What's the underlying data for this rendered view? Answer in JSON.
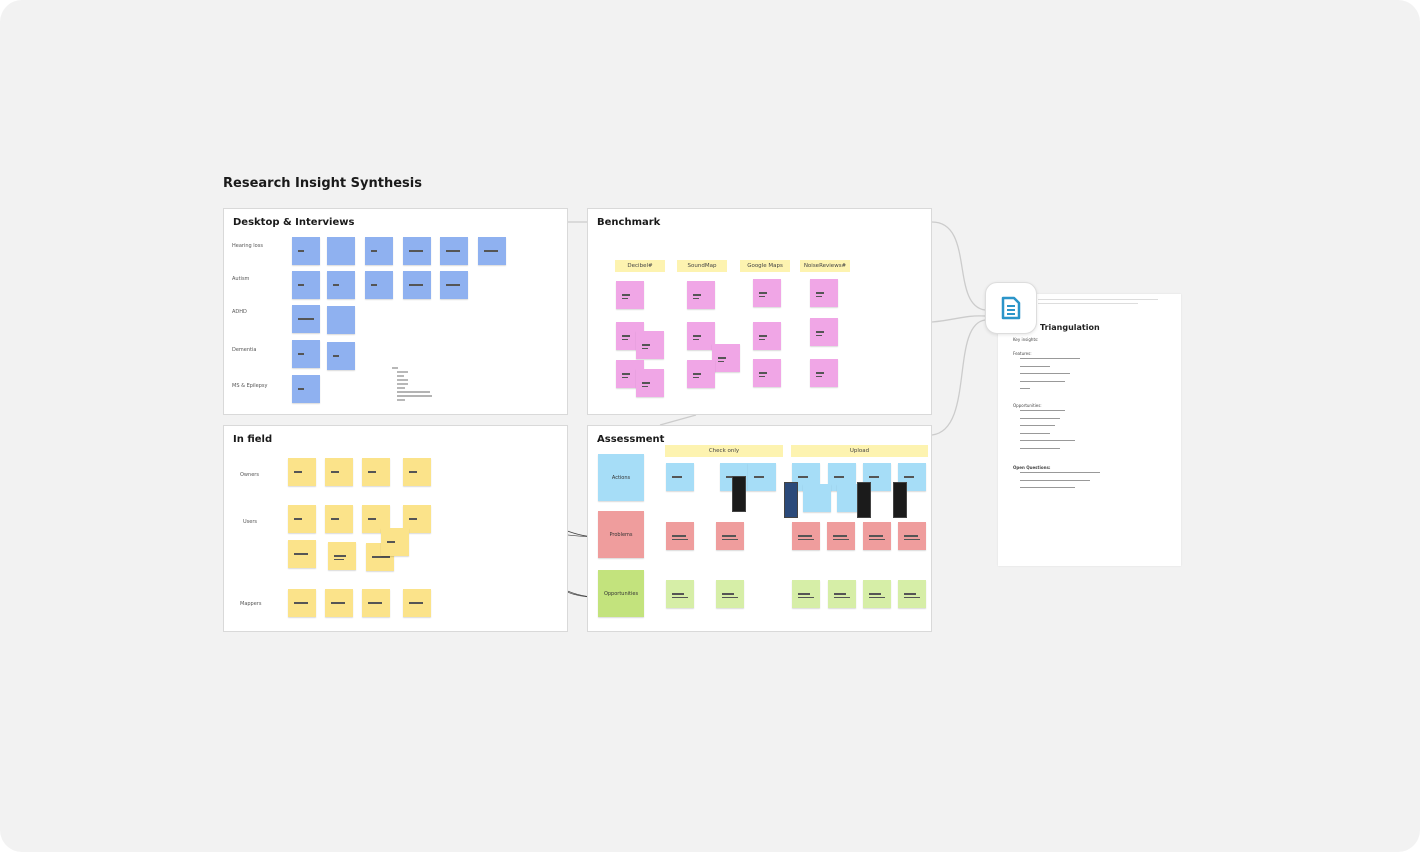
{
  "board_title": "Research Insight Synthesis",
  "frames": {
    "desktop": {
      "title": "Desktop & Interviews",
      "rows": [
        "Hearing loss",
        "Autism",
        "ADHD",
        "Dementia",
        "MS & Epilepsy"
      ]
    },
    "benchmark": {
      "title": "Benchmark",
      "columns": [
        "Decibel#",
        "SoundMap",
        "Google Maps",
        "NoiseReviews#"
      ]
    },
    "infield": {
      "title": "In field",
      "rows": [
        "Owners",
        "Users",
        "Mappers"
      ]
    },
    "assessment": {
      "title": "Assessment",
      "categories": [
        "Actions",
        "Problems",
        "Opportunities"
      ],
      "groups": [
        "Check only",
        "Upload"
      ]
    }
  },
  "document": {
    "title": "Triangulation",
    "subtitle": "Key insights:",
    "section1": "Features:",
    "section2": "Opportunities:",
    "section3": "Open Questions:",
    "icon": "document-icon"
  },
  "colors": {
    "blue": "#8fb1f0",
    "pink": "#f0a6e6",
    "yellow": "#fbe38a",
    "cyan": "#a6ddf7",
    "red": "#ef9d9d",
    "green": "#d6eea7",
    "green_big": "#c3e37d",
    "header": "#fdf3b0"
  }
}
